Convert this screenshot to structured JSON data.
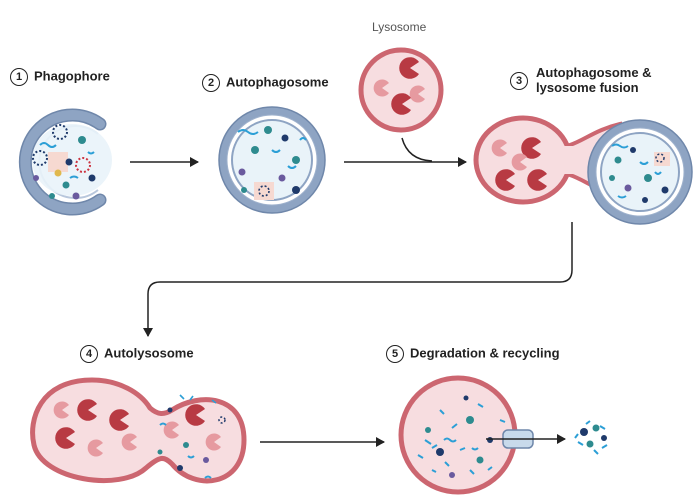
{
  "steps": [
    {
      "number": "1",
      "label": "Phagophore"
    },
    {
      "number": "2",
      "label": "Autophagosome"
    },
    {
      "number": "3",
      "label_line1": "Autophagosome &",
      "label_line2": "lysosome fusion"
    },
    {
      "number": "4",
      "label": "Autolysosome"
    },
    {
      "number": "5",
      "label": "Degradation & recycling"
    }
  ],
  "lysosome_label": "Lysosome",
  "colors": {
    "membrane_blue": "#8ea4c3",
    "membrane_blue_dark": "#6f87aa",
    "lumen_blue": "#e9f3f9",
    "membrane_red": "#cc6670",
    "lumen_red": "#f7dde0",
    "enzyme_dark": "#b83a43",
    "enzyme_light": "#e69aa0",
    "cargo_teal": "#2e8b8f",
    "cargo_navy": "#1f3a6b",
    "cargo_purple": "#6a5a9e",
    "cargo_cyan": "#2c9fd6",
    "arrow": "#222222"
  }
}
